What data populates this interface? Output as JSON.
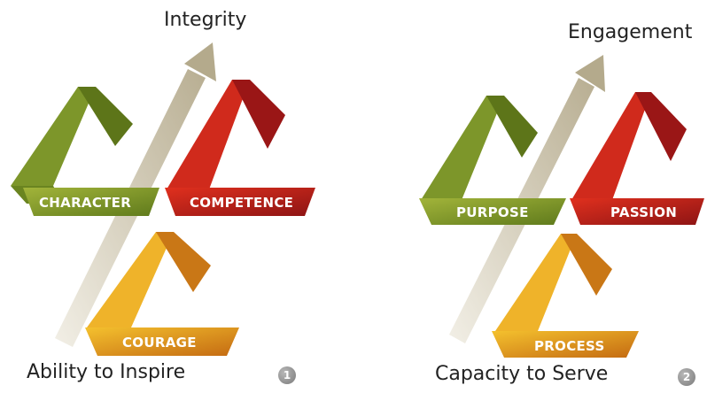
{
  "diagrams": [
    {
      "top_label": "Integrity",
      "bottom_label": "Ability to Inspire",
      "number": "1",
      "ribbons": {
        "left": "CHARACTER",
        "right": "COMPETENCE",
        "bottom": "COURAGE"
      }
    },
    {
      "top_label": "Engagement",
      "bottom_label": "Capacity to Serve",
      "number": "2",
      "ribbons": {
        "left": "PURPOSE",
        "right": "PASSION",
        "bottom": "PROCESS"
      }
    }
  ],
  "colors": {
    "green": "#7f9a2c",
    "red": "#c0221f",
    "orange": "#e79a1e",
    "arrow": "#d9d3c2"
  }
}
